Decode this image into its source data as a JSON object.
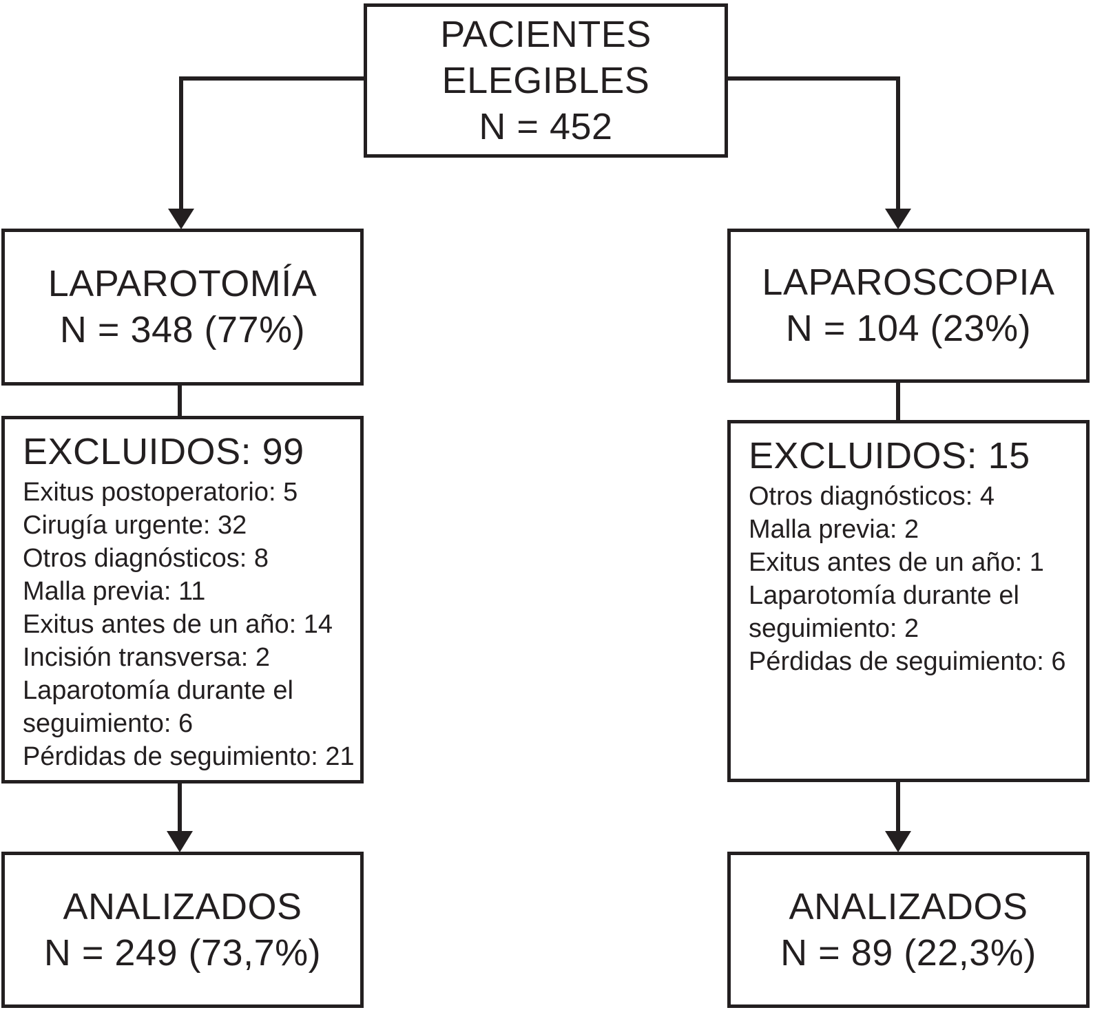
{
  "figure": {
    "type": "flowchart",
    "ink_color": "#231f20",
    "background_color": "#ffffff"
  },
  "boxes": {
    "eligible": {
      "lines": [
        "PACIENTES",
        "ELEGIBLES",
        "N = 452"
      ]
    },
    "laparotomy": {
      "lines": [
        "LAPAROTOMÍA",
        "N = 348 (77%)"
      ]
    },
    "laparoscopy": {
      "lines": [
        "LAPAROSCOPIA",
        "N = 104 (23%)"
      ]
    },
    "excluded_laparotomy": {
      "title": "EXCLUIDOS: 99",
      "lines": [
        "Exitus postoperatorio: 5",
        "Cirugía urgente: 32",
        "Otros diagnósticos: 8",
        "Malla previa: 11",
        "Exitus antes de un año: 14",
        "Incisión transversa: 2",
        "Laparotomía durante el",
        "seguimiento: 6",
        "Pérdidas de seguimiento: 21"
      ]
    },
    "excluded_laparoscopy": {
      "title": "EXCLUIDOS: 15",
      "lines": [
        "Otros diagnósticos: 4",
        "Malla previa: 2",
        "Exitus antes de un año: 1",
        "Laparotomía durante el",
        "seguimiento: 2",
        "Pérdidas de seguimiento: 6"
      ]
    },
    "analyzed_laparotomy": {
      "lines": [
        "ANALIZADOS",
        "N = 249 (73,7%)"
      ]
    },
    "analyzed_laparoscopy": {
      "lines": [
        "ANALIZADOS",
        "N = 89 (22,3%)"
      ]
    }
  }
}
